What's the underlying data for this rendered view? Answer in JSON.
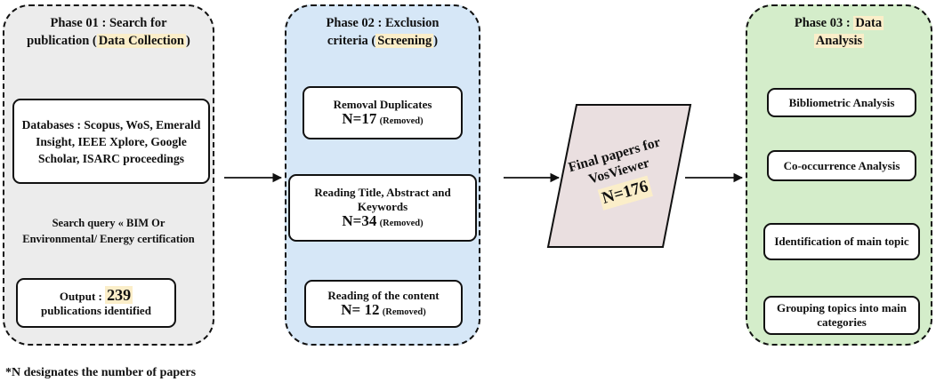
{
  "phase1": {
    "title_line1": "Phase 01 : Search for",
    "title_line2_pre": "publication (",
    "title_highlight": "Data Collection",
    "title_line2_post": ")",
    "databases_box": "Databases : Scopus, WoS, Emerald Insight, IEEE Xplore, Google Scholar, ISARC proceedings",
    "query_line1": "Search query « BIM Or",
    "query_line2": "Environmental/ Energy certification",
    "output_label": "Output : ",
    "output_value": "239",
    "output_line2": "publications identified"
  },
  "phase2": {
    "title_line1": "Phase 02 : Exclusion",
    "title_line2_pre": "criteria (",
    "title_highlight": "Screening",
    "title_line2_post": ")",
    "box1_label": "Removal Duplicates",
    "box1_n": "N=17",
    "box1_suffix": "(Removed)",
    "box2_label": "Reading Title, Abstract and Keywords",
    "box2_n": "N=34",
    "box2_suffix": "(Removed)",
    "box3_label": "Reading of the content",
    "box3_n": "N= 12",
    "box3_suffix": "(Removed)"
  },
  "final": {
    "line1": "Final papers for",
    "line2": "VosViewer",
    "value": "N=176"
  },
  "phase3": {
    "title_pre": "Phase 03 : ",
    "title_highlight1": "Data",
    "title_highlight2": "Analysis",
    "step1": "Bibliometric Analysis",
    "step2": "Co-occurrence Analysis",
    "step3": "Identification of main topic",
    "step4": "Grouping topics into main categories"
  },
  "footnote": "*N designates the number of papers",
  "colors": {
    "phase1_bg": "#ececec",
    "phase2_bg": "#d6e7f7",
    "phase3_bg": "#d4edca",
    "final_bg": "#eadfe0",
    "highlight": "#fbeec9"
  }
}
